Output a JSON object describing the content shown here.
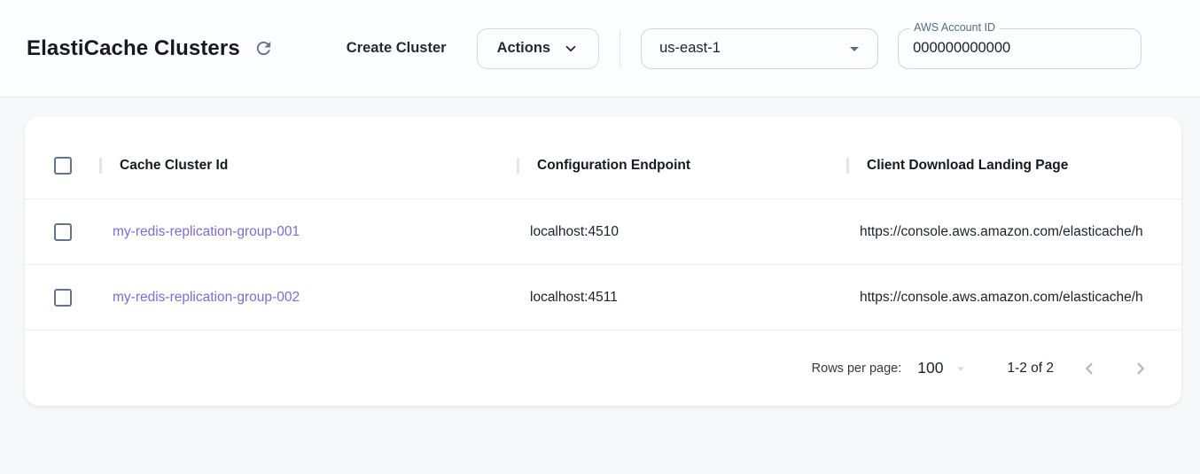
{
  "header": {
    "title": "ElastiCache Clusters",
    "create_button_label": "Create Cluster",
    "actions_button_label": "Actions",
    "region_select": {
      "value": "us-east-1"
    },
    "account_field": {
      "label": "AWS Account ID",
      "value": "000000000000"
    }
  },
  "table": {
    "columns": [
      "Cache Cluster Id",
      "Configuration Endpoint",
      "Client Download Landing Page"
    ],
    "rows": [
      {
        "cache_cluster_id": "my-redis-replication-group-001",
        "configuration_endpoint": "localhost:4510",
        "client_download_landing_page": "https://console.aws.amazon.com/elasticache/h"
      },
      {
        "cache_cluster_id": "my-redis-replication-group-002",
        "configuration_endpoint": "localhost:4511",
        "client_download_landing_page": "https://console.aws.amazon.com/elasticache/h"
      }
    ],
    "pagination": {
      "rows_per_page_label": "Rows per page:",
      "rows_per_page_value": "100",
      "range_label": "1-2 of 2"
    }
  },
  "icons": {
    "refresh": "circular-arrow",
    "actions_chevron": "chevron-down",
    "region_caret": "triangle-down",
    "pagination_caret": "triangle-down",
    "prev_page": "chevron-left",
    "next_page": "chevron-right"
  },
  "colors": {
    "link_purple": "#7c6cd6",
    "checkbox_border": "#64748b",
    "icon_slate": "#64748b",
    "page_background": "#f7f8f9",
    "card_background": "#ffffff",
    "header_background": "#fcfdfe",
    "divider": "#edeff1"
  }
}
